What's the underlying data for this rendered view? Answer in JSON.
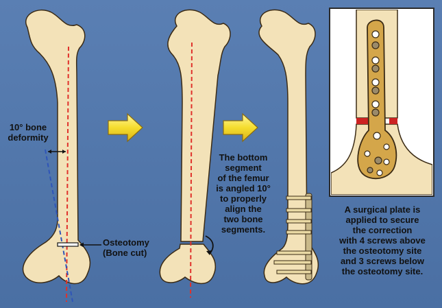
{
  "labels": {
    "deformity": "10° bone\ndeformity",
    "osteotomy": "Osteotomy\n(Bone cut)",
    "angled": "The bottom\nsegment\nof the femur\nis angled 10°\nto properly\nalign the\ntwo bone\nsegments.",
    "plate": "A surgical plate is\napplied to secure\nthe correction\nwith 4 screws above\nthe osteotomy site\nand 3 screws below\nthe osteotomy site."
  },
  "colors": {
    "background": "#4f73a6",
    "bone_fill": "#f3e2b8",
    "bone_stroke": "#3a2a14",
    "axis_red": "#e0312b",
    "axis_blue": "#2f55b8",
    "arrow_yellow": "#f7e23a",
    "plate_gold": "#d4a64a",
    "cut_red": "#cc2222"
  }
}
